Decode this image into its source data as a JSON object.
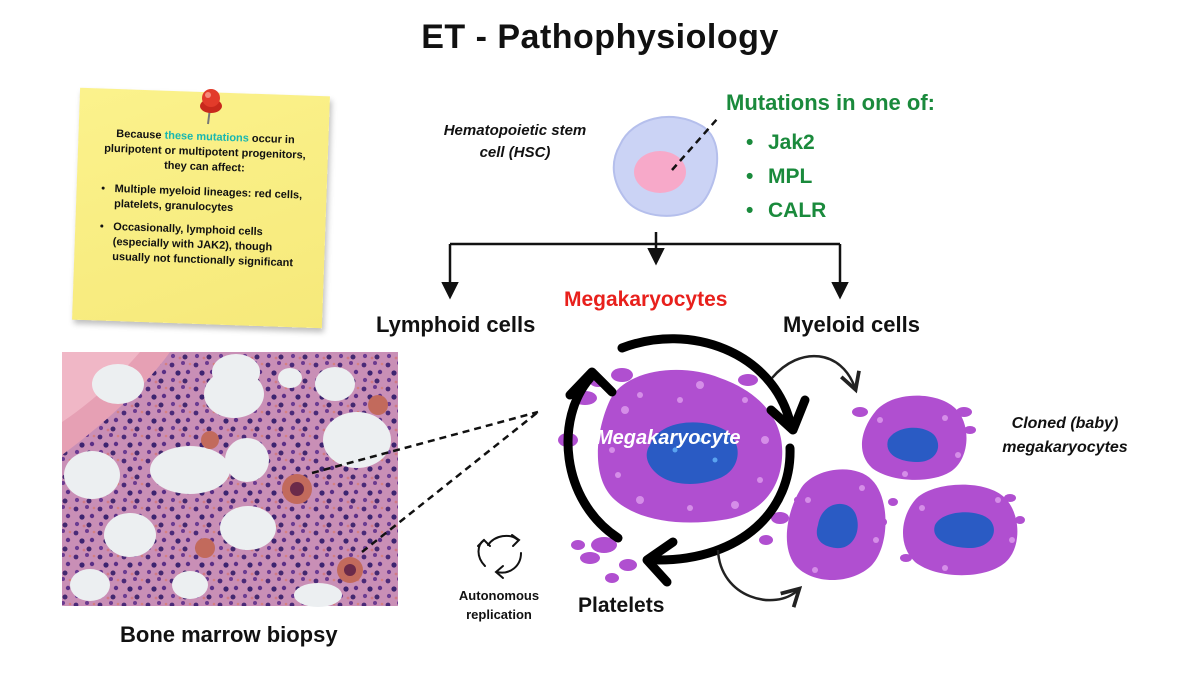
{
  "title": "ET - Pathophysiology",
  "note": {
    "intro_pre": "Because ",
    "intro_highlight": "these mutations",
    "intro_post": " occur in pluripotent or multipotent progenitors, they can affect:",
    "points": [
      "Multiple myeloid lineages: red cells, platelets, granulocytes",
      "Occasionally, lymphoid cells (especially with JAK2), though usually not functionally significant"
    ]
  },
  "hsc": {
    "label": "Hematopoietic stem cell (HSC)"
  },
  "mutations": {
    "title": "Mutations in one of:",
    "items": [
      "Jak2",
      "MPL",
      "CALR"
    ]
  },
  "branches": {
    "lymphoid": "Lymphoid cells",
    "megakaryocytes": "Megakaryocytes",
    "myeloid": "Myeloid cells"
  },
  "megakaryocyte_cell": "Megakaryocyte",
  "cloned": "Cloned (baby) megakaryocytes",
  "platelets": "Platelets",
  "autonomous": "Autonomous replication",
  "biopsy": "Bone marrow biopsy",
  "colors": {
    "green": "#1a8a3c",
    "red": "#e8201c",
    "mega_purple": "#b04fd0",
    "nucleus": "#2a5bc4",
    "note_yellow": "#f6e97a",
    "highlight": "#18b7b0"
  }
}
